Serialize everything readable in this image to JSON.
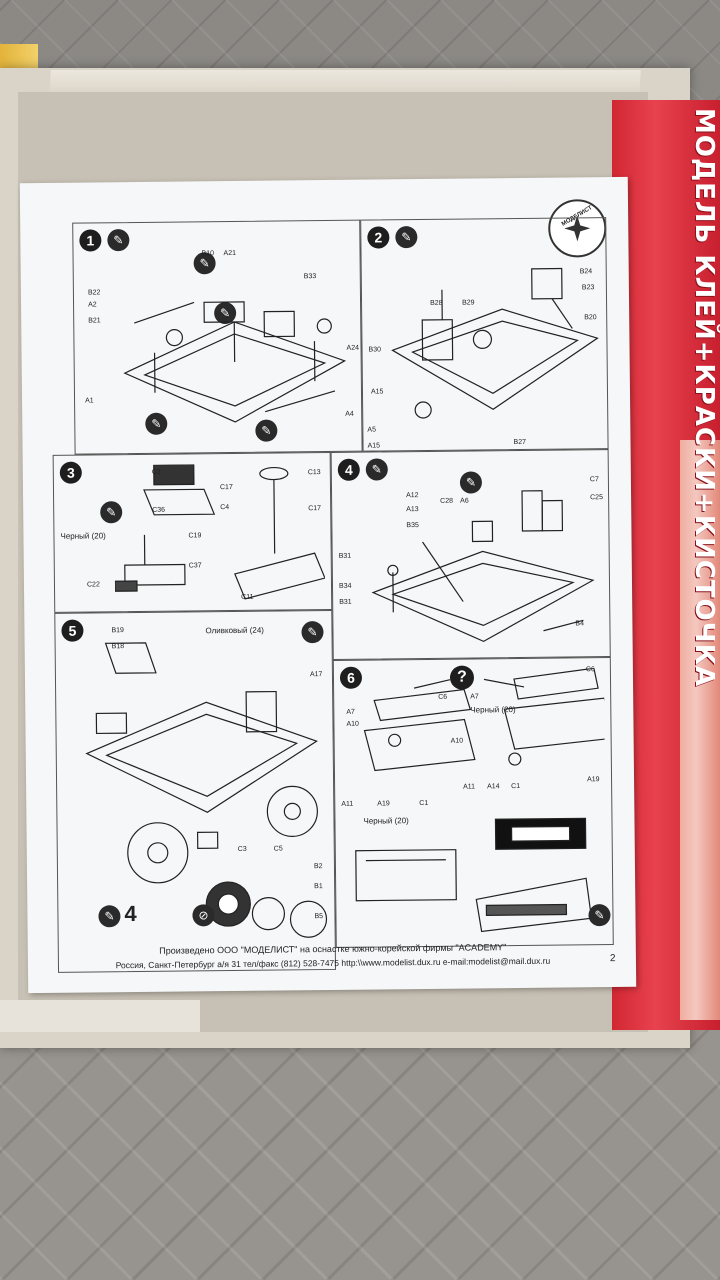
{
  "box_lid": {
    "red_side_text": "МОДЕЛЬ КЛЕЙ+КРАСКИ+КИСТОЧКА"
  },
  "sheet": {
    "logo_text": "МОДЕЛИСТ",
    "steps": [
      {
        "number": "1",
        "parts": [
          "B10",
          "A21",
          "B33",
          "B22",
          "A2",
          "B21",
          "A24",
          "A1",
          "A4"
        ]
      },
      {
        "number": "2",
        "parts": [
          "B24",
          "B23",
          "B20",
          "B28",
          "B29",
          "B30",
          "A15",
          "A5",
          "A15",
          "B27"
        ]
      },
      {
        "number": "3",
        "parts": [
          "C3",
          "C13",
          "C17",
          "C4",
          "C17",
          "C36",
          "C19",
          "C37",
          "C22",
          "C11"
        ],
        "color_note": "Черный (20)"
      },
      {
        "number": "4",
        "parts": [
          "C7",
          "A12",
          "C28",
          "A6",
          "C25",
          "A13",
          "B35",
          "B31",
          "B34",
          "B31",
          "B4"
        ]
      },
      {
        "number": "5",
        "parts": [
          "B19",
          "B18",
          "A17",
          "C3",
          "C5",
          "B2",
          "B1",
          "B5"
        ],
        "color_note": "Оливковый (24)",
        "bottom_number": "4"
      },
      {
        "number": "6",
        "parts": [
          "C6",
          "C6",
          "A7",
          "A10",
          "A7",
          "A10",
          "A19",
          "A11",
          "A19",
          "C1",
          "A11",
          "A14",
          "C1"
        ],
        "color_notes": [
          "Черный (20)",
          "Черный (20)"
        ]
      }
    ],
    "footer_line1": "Произведено ООО \"МОДЕЛИСТ\" на оснастке южно-корейской фирмы \"ACADEMY\"",
    "footer_line2": "Россия, Санкт-Петербург а/я 31 тел/факс (812) 528-7475 http:\\\\www.modelist.dux.ru e-mail:modelist@mail.dux.ru",
    "page_number": "2"
  },
  "colors": {
    "lid_red": "#d12733",
    "sheet": "#f6f7f8",
    "cardboard": "#d9d3c8"
  }
}
